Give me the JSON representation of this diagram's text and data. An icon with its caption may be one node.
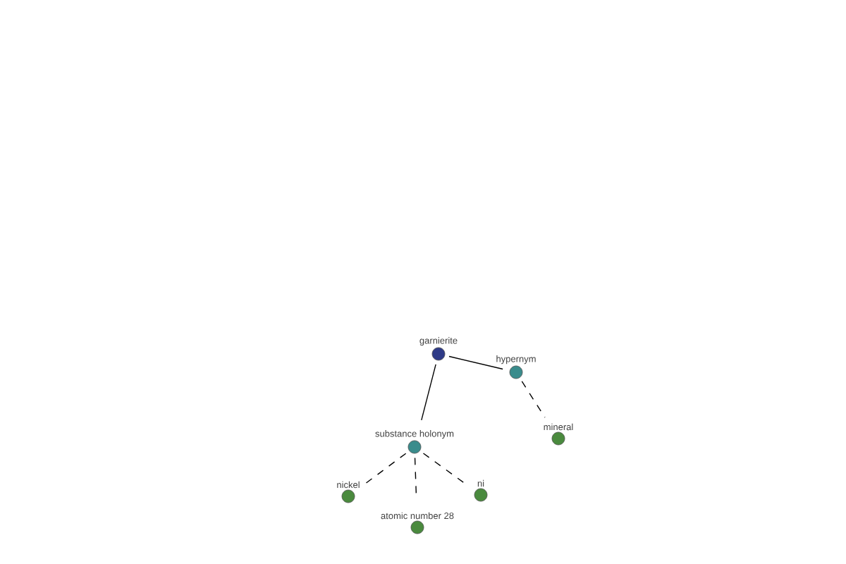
{
  "diagram": {
    "nodes": [
      {
        "text": [
          "garnierite"
        ]
      },
      {
        "text": [
          "hypernym"
        ]
      },
      {
        "text": [
          "mineral"
        ]
      },
      {
        "text": [
          "substance holonym"
        ]
      },
      {
        "text": [
          "nickel"
        ]
      },
      {
        "text": [
          "atomic number 28"
        ]
      },
      {
        "text": [
          "ni"
        ]
      }
    ],
    "edges": [
      {
        "from": 0,
        "to": 1,
        "arrow": "none"
      },
      {
        "from": 1,
        "to": 2,
        "arrow": "none",
        "style": "dashed"
      },
      {
        "from": 0,
        "to": 3,
        "arrow": "none"
      },
      {
        "from": 3,
        "to": 4,
        "arrow": "none",
        "style": "dashed"
      },
      {
        "from": 3,
        "to": 5,
        "arrow": "none",
        "style": "dashed"
      },
      {
        "from": 3,
        "to": 6,
        "arrow": "none",
        "style": "dashed"
      }
    ]
  }
}
